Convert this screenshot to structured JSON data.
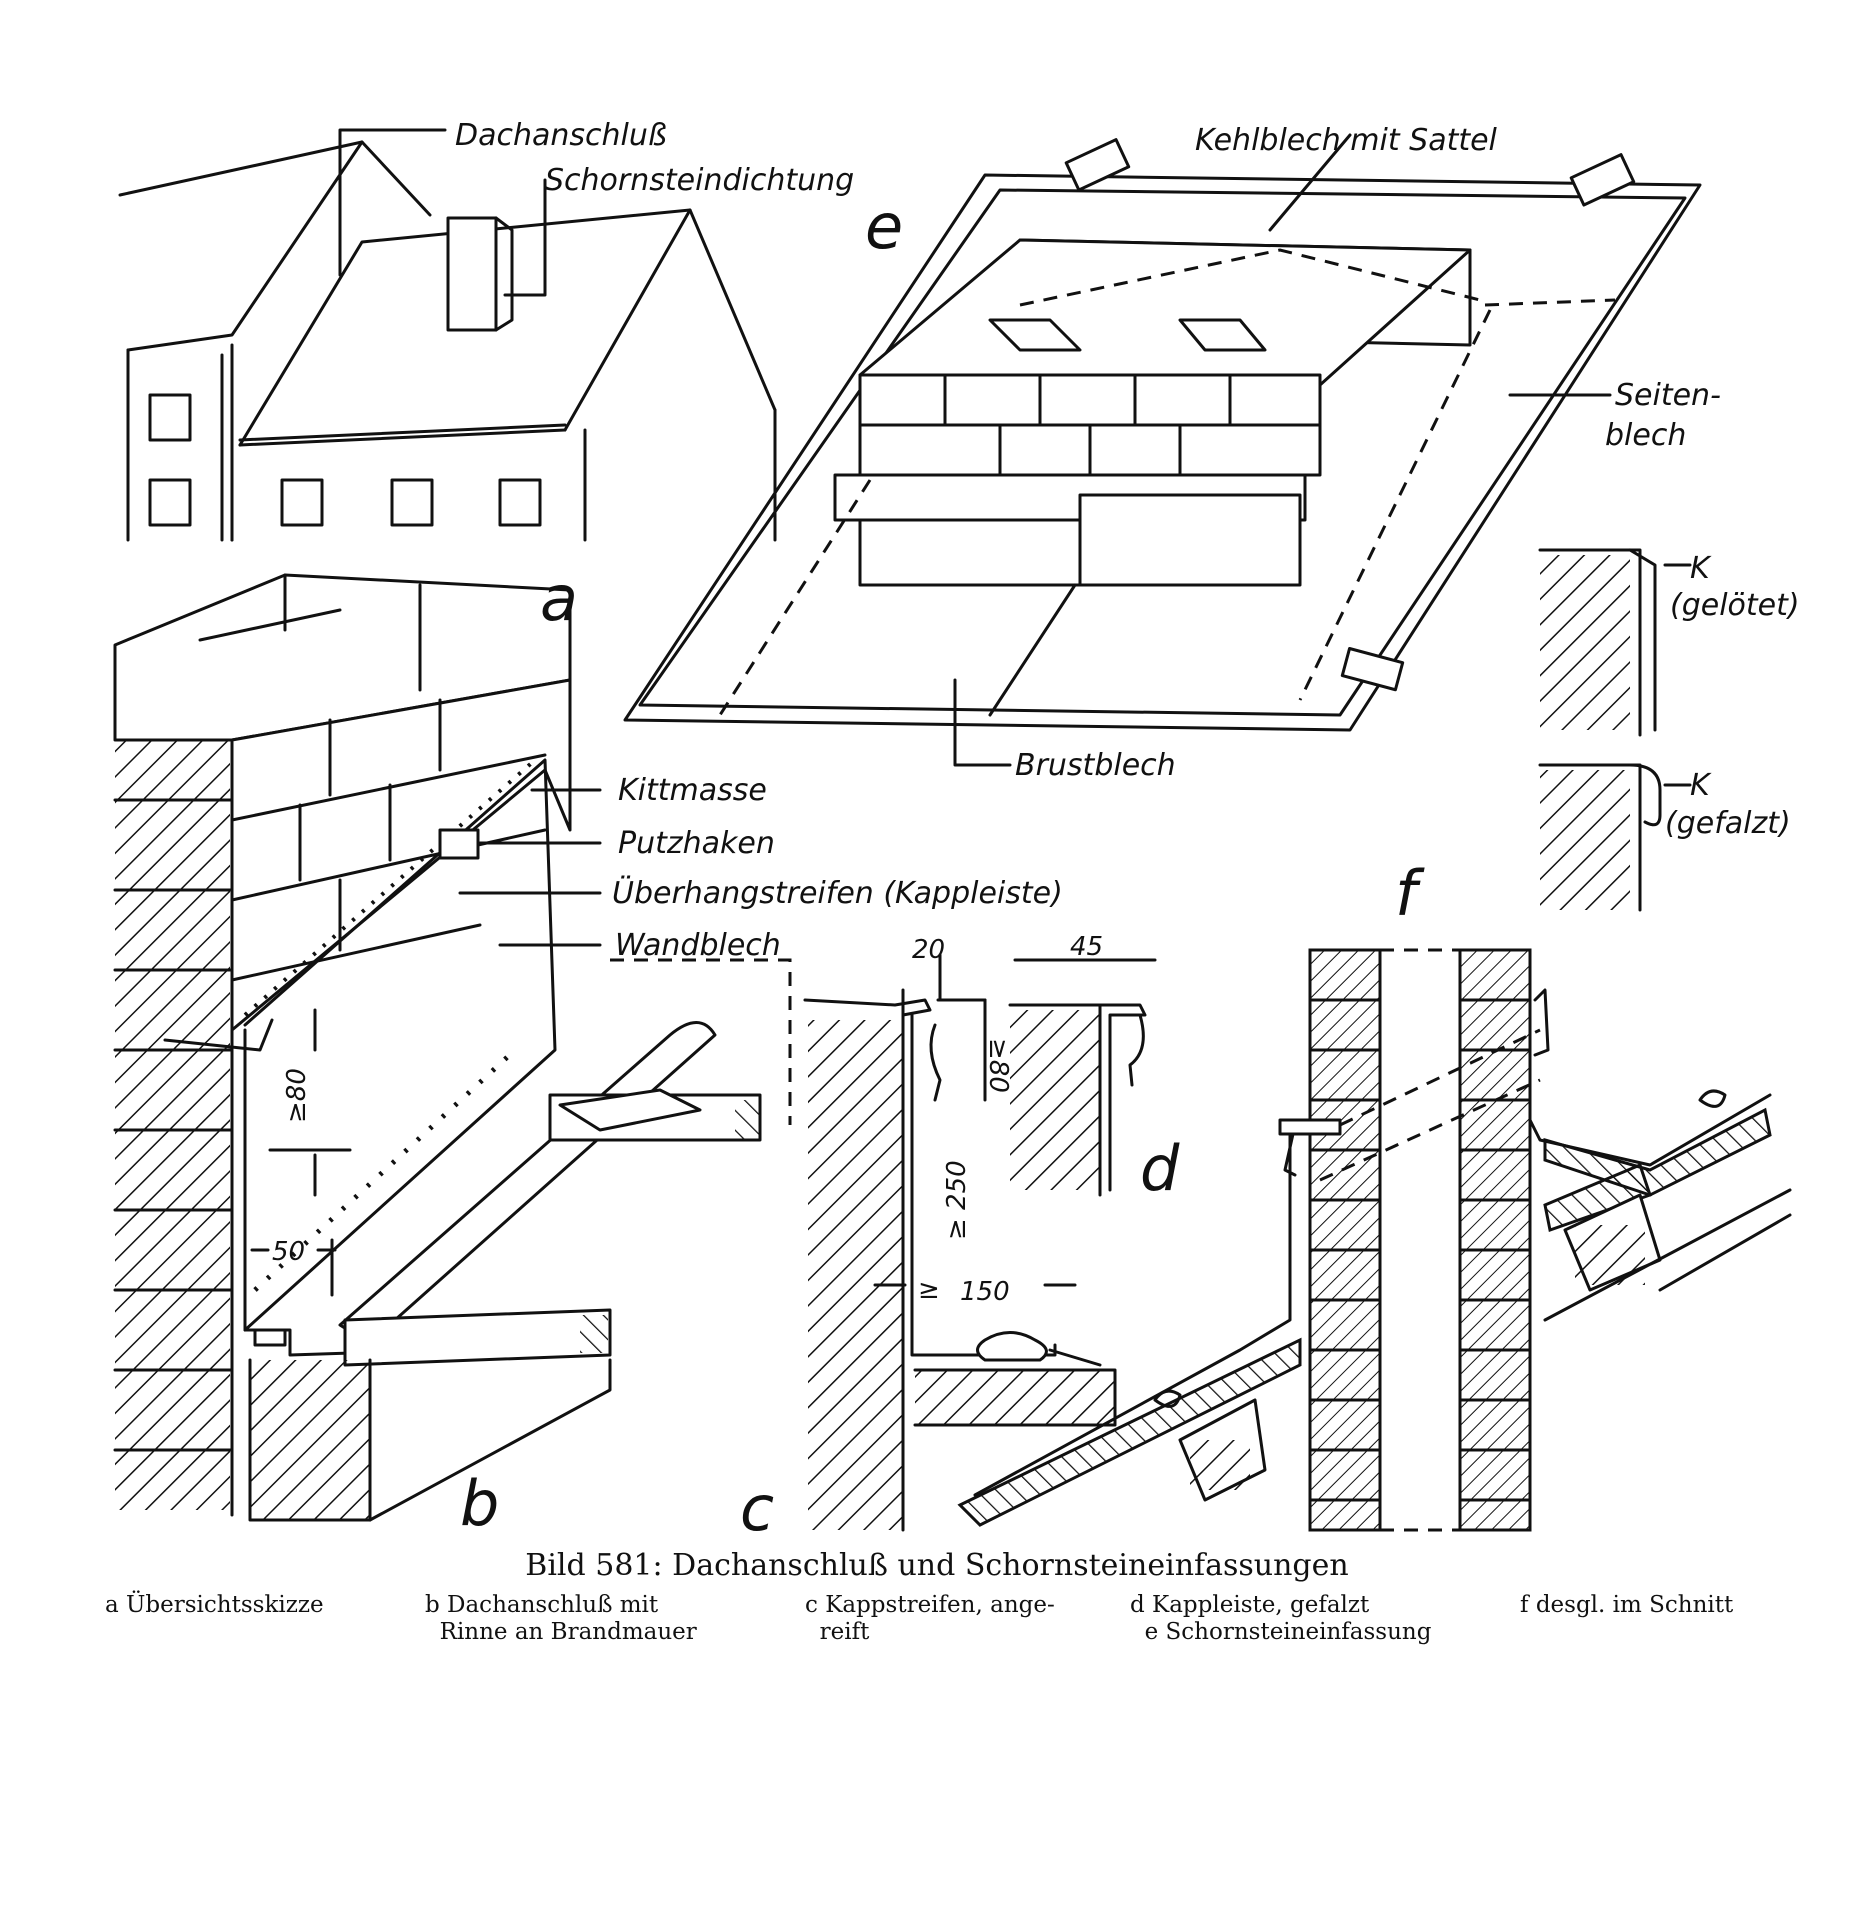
{
  "figure": {
    "labels": {
      "dachanschluss": "Dachanschluß",
      "schornsteindichtung": "Schornsteindichtung",
      "kehlblech": "Kehlblech mit Sattel",
      "seitenblech_1": "Seiten-",
      "seitenblech_2": "blech",
      "brustblech": "Brustblech",
      "kittmasse": "Kittmasse",
      "putzhaken": "Putzhaken",
      "ueberhangstreifen": "Überhangstreifen (Kappleiste)",
      "wandblech": "Wandblech",
      "k_geloetet_1": "K",
      "k_geloetet_2": "(gelötet)",
      "k_gefalzt_1": "K",
      "k_gefalzt_2": "(gefalzt)"
    },
    "panel_letters": {
      "a": "a",
      "b": "b",
      "c": "c",
      "d": "d",
      "e": "e",
      "f": "f"
    },
    "dimensions": {
      "d_80_b": "≥80",
      "d_50": "50",
      "d_20": "20",
      "d_45": "45",
      "d_80_c": "≥80",
      "d_250": "≥ 250",
      "d_150_pre": "≥",
      "d_150": "150"
    }
  },
  "caption": {
    "title": "Bild 581: Dachanschluß und Schornsteineinfassungen",
    "legend": [
      {
        "text": "a Übersichtsskizze"
      },
      {
        "text": "b Dachanschluß mit\n  Rinne an Brandmauer"
      },
      {
        "text": "c Kappstreifen, ange-\n  reift"
      },
      {
        "text": "d Kappleiste, gefalzt\n  e Schornsteineinfassung"
      },
      {
        "text": "f desgl. im Schnitt"
      }
    ]
  }
}
